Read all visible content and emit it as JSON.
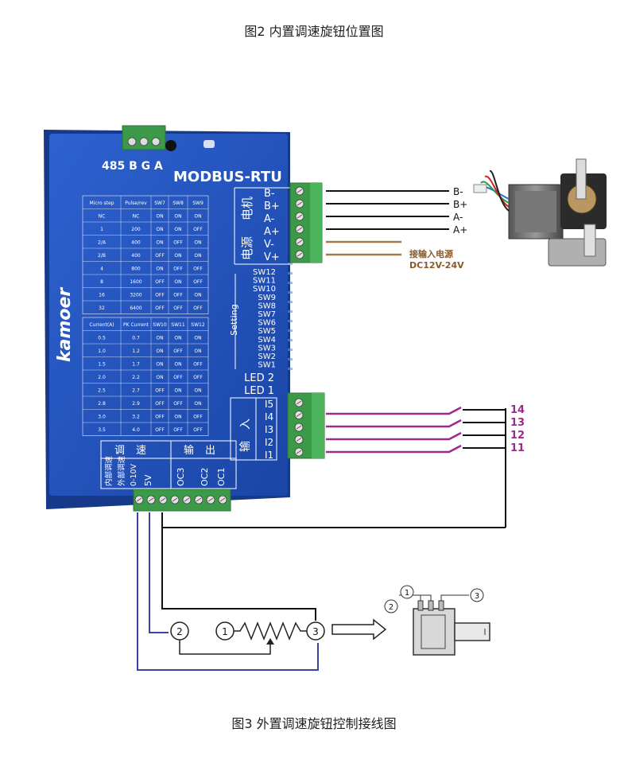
{
  "captions": {
    "top": "图2  内置调速旋钮位置图",
    "bottom": "图3  外置调速旋钮控制接线图"
  },
  "driver": {
    "rs485_label": "485 B G A",
    "model": "MODBUS-RTU",
    "brand": "kamoer",
    "setting_label": "Setting",
    "motor_label": "电机",
    "power_label": "电源",
    "motor_pins": [
      "B-",
      "B+",
      "A-",
      "A+",
      "V-",
      "V+"
    ],
    "switches": [
      "SW12",
      "SW11",
      "SW10",
      "SW9",
      "SW8",
      "SW7",
      "SW6",
      "SW5",
      "SW4",
      "SW3",
      "SW2",
      "SW1"
    ],
    "leds": [
      "LED 2",
      "LED 1"
    ],
    "input_label": "输入",
    "input_pins": [
      "I5",
      "I4",
      "I3",
      "I2",
      "I1"
    ],
    "speed_label": "调速",
    "output_label": "输出",
    "bottom_terms": [
      "内部调速",
      "外部调速",
      "0-10V",
      "5V",
      "OC3",
      "OC2",
      "OC1"
    ]
  },
  "table1": {
    "headers": [
      "Micro step",
      "Pulse/rev",
      "SW7",
      "SW8",
      "SW9"
    ],
    "rows": [
      [
        "NC",
        "NC",
        "ON",
        "ON",
        "ON"
      ],
      [
        "1",
        "200",
        "ON",
        "ON",
        "OFF"
      ],
      [
        "2/A",
        "400",
        "ON",
        "OFF",
        "ON"
      ],
      [
        "2/B",
        "400",
        "OFF",
        "ON",
        "ON"
      ],
      [
        "4",
        "800",
        "ON",
        "OFF",
        "OFF"
      ],
      [
        "8",
        "1600",
        "OFF",
        "ON",
        "OFF"
      ],
      [
        "16",
        "3200",
        "OFF",
        "OFF",
        "ON"
      ],
      [
        "32",
        "6400",
        "OFF",
        "OFF",
        "OFF"
      ]
    ]
  },
  "table2": {
    "headers": [
      "Current(A)",
      "PK Current",
      "SW10",
      "SW11",
      "SW12"
    ],
    "rows": [
      [
        "0.5",
        "0.7",
        "ON",
        "ON",
        "ON"
      ],
      [
        "1.0",
        "1.2",
        "ON",
        "OFF",
        "ON"
      ],
      [
        "1.5",
        "1.7",
        "ON",
        "ON",
        "OFF"
      ],
      [
        "2.0",
        "2.2",
        "ON",
        "OFF",
        "OFF"
      ],
      [
        "2.5",
        "2.7",
        "OFF",
        "ON",
        "ON"
      ],
      [
        "2.8",
        "2.9",
        "OFF",
        "OFF",
        "ON"
      ],
      [
        "3.0",
        "3.2",
        "OFF",
        "ON",
        "OFF"
      ],
      [
        "3.5",
        "4.0",
        "OFF",
        "OFF",
        "OFF"
      ]
    ]
  },
  "wiring": {
    "motor_wire_labels": [
      "B-",
      "B+",
      "A-",
      "A+"
    ],
    "power_note_1": "接输入电源",
    "power_note_2": "DC12V-24V",
    "input_numbers": [
      "14",
      "13",
      "12",
      "11"
    ],
    "pot_pins": [
      "1",
      "2",
      "3"
    ]
  },
  "colors": {
    "board_blue": "#1f4fb8",
    "terminal_green": "#3a9a48",
    "power_wire": "#a07a4a",
    "input_wire": "#9b2a8a",
    "pot_wire": "#3a44a8",
    "black_wire": "#111111"
  }
}
